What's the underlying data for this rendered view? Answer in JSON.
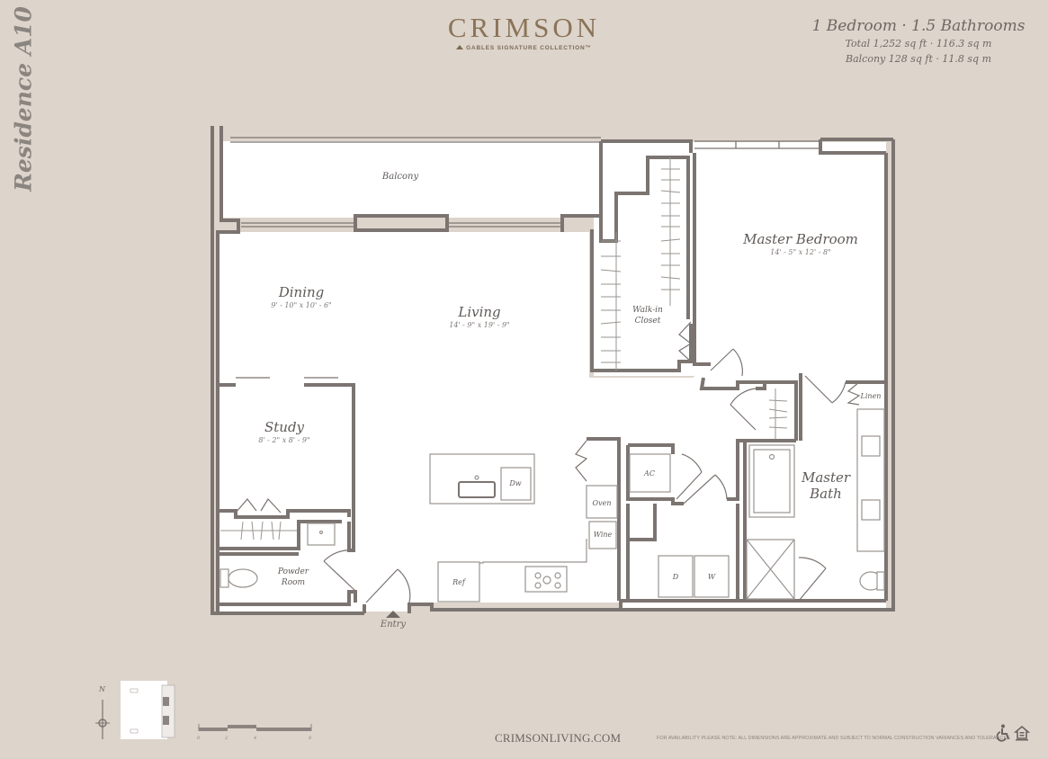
{
  "brand": {
    "name": "CRIMSON",
    "tagline": "GABLES SIGNATURE COLLECTION™",
    "accent_color": "#8a7458"
  },
  "residence": {
    "label": "Residence A10"
  },
  "unit_summary": {
    "title": "1 Bedroom · 1.5 Bathrooms",
    "total_area": "Total 1,252 sq ft · 116.3 sq m",
    "balcony_area": "Balcony 128 sq ft · 11.8 sq m"
  },
  "rooms": {
    "balcony": {
      "name": "Balcony"
    },
    "dining": {
      "name": "Dining",
      "dims": "9' - 10\" x 10' - 6\""
    },
    "living": {
      "name": "Living",
      "dims": "14' - 9\" x 19' - 9\""
    },
    "master_bedroom": {
      "name": "Master Bedroom",
      "dims": "14' - 5\" x 12' - 8\""
    },
    "walk_in_closet": {
      "name_line1": "Walk-in",
      "name_line2": "Closet"
    },
    "study": {
      "name": "Study",
      "dims": "8' - 2\" x 8' - 9\""
    },
    "powder_room": {
      "name_line1": "Powder",
      "name_line2": "Room"
    },
    "master_bath": {
      "name_line1": "Master",
      "name_line2": "Bath"
    },
    "linen": {
      "name": "Linen"
    }
  },
  "fixtures": {
    "dishwasher": "Dw",
    "oven": "Oven",
    "wine": "Wine",
    "refrigerator": "Ref",
    "ac": "AC",
    "dryer": "D",
    "washer": "W"
  },
  "entry": {
    "label": "Entry"
  },
  "compass": {
    "north_label": "N"
  },
  "scale": {
    "ticks": [
      "0",
      "2",
      "4",
      "8"
    ]
  },
  "footer": {
    "website": "CRIMSONLIVING.COM",
    "disclaimer": "FOR AVAILABILITY PLEASE NOTE: ALL DIMENSIONS ARE APPROXIMATE AND SUBJECT TO NORMAL CONSTRUCTION VARIANCES AND TOLERANCES"
  },
  "colors": {
    "background": "#ddd4cb",
    "wall": "#7b7470",
    "floor": "#ffffff",
    "text": "#5f5a57"
  }
}
